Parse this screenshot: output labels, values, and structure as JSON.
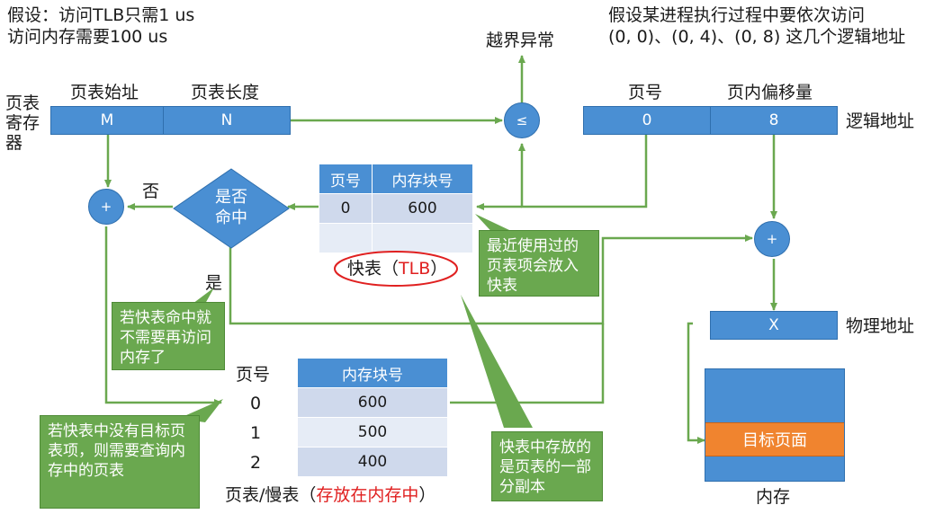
{
  "assumption_lines": [
    "假设：访问TLB只需1 us",
    "访问内存需要100 us"
  ],
  "scenario_lines": [
    "假设某进程执行过程中要依次访问",
    "(0, 0)、(0, 4)、(0, 8) 这几个逻辑地址"
  ],
  "out_of_bounds": "越界异常",
  "page_table_register": {
    "label": "页表寄存器",
    "base_label": "页表始址",
    "length_label": "页表长度",
    "base_value": "M",
    "length_value": "N"
  },
  "compare_symbol": "≤",
  "logical_address": {
    "label": "逻辑地址",
    "page_label": "页号",
    "offset_label": "页内偏移量",
    "page_value": "0",
    "offset_value": "8"
  },
  "plus_symbol": "+",
  "hit_decision": {
    "text": "是否命中",
    "no": "否",
    "yes": "是"
  },
  "tlb": {
    "headers": [
      "页号",
      "内存块号"
    ],
    "rows": [
      [
        "0",
        "600"
      ],
      [
        "",
        ""
      ]
    ],
    "caption_prefix": "快表（",
    "caption_highlight": "TLB",
    "caption_suffix": "）"
  },
  "callouts": {
    "recent": "最近使用过的页表项会放入快表",
    "hit": "若快表命中就不需要再访问内存了",
    "miss": "若快表中没有目标页表项，则需要查询内存中的页表",
    "copy": "快表中存放的是页表的一部分副本"
  },
  "physical_address": {
    "label": "物理地址",
    "value": "X"
  },
  "page_table": {
    "header_page": "页号",
    "header_block": "内存块号",
    "rows": [
      [
        "0",
        "600"
      ],
      [
        "1",
        "500"
      ],
      [
        "2",
        "400"
      ]
    ],
    "caption_prefix": "页表/慢表（",
    "caption_highlight": "存放在内存中",
    "caption_suffix": "）"
  },
  "memory": {
    "target": "目标页面",
    "label": "内存"
  },
  "colors": {
    "blue": "#4a8fd3",
    "green": "#6aa84f",
    "orange": "#f0842f",
    "red": "#e02020",
    "arrow": "#6aa84f"
  }
}
